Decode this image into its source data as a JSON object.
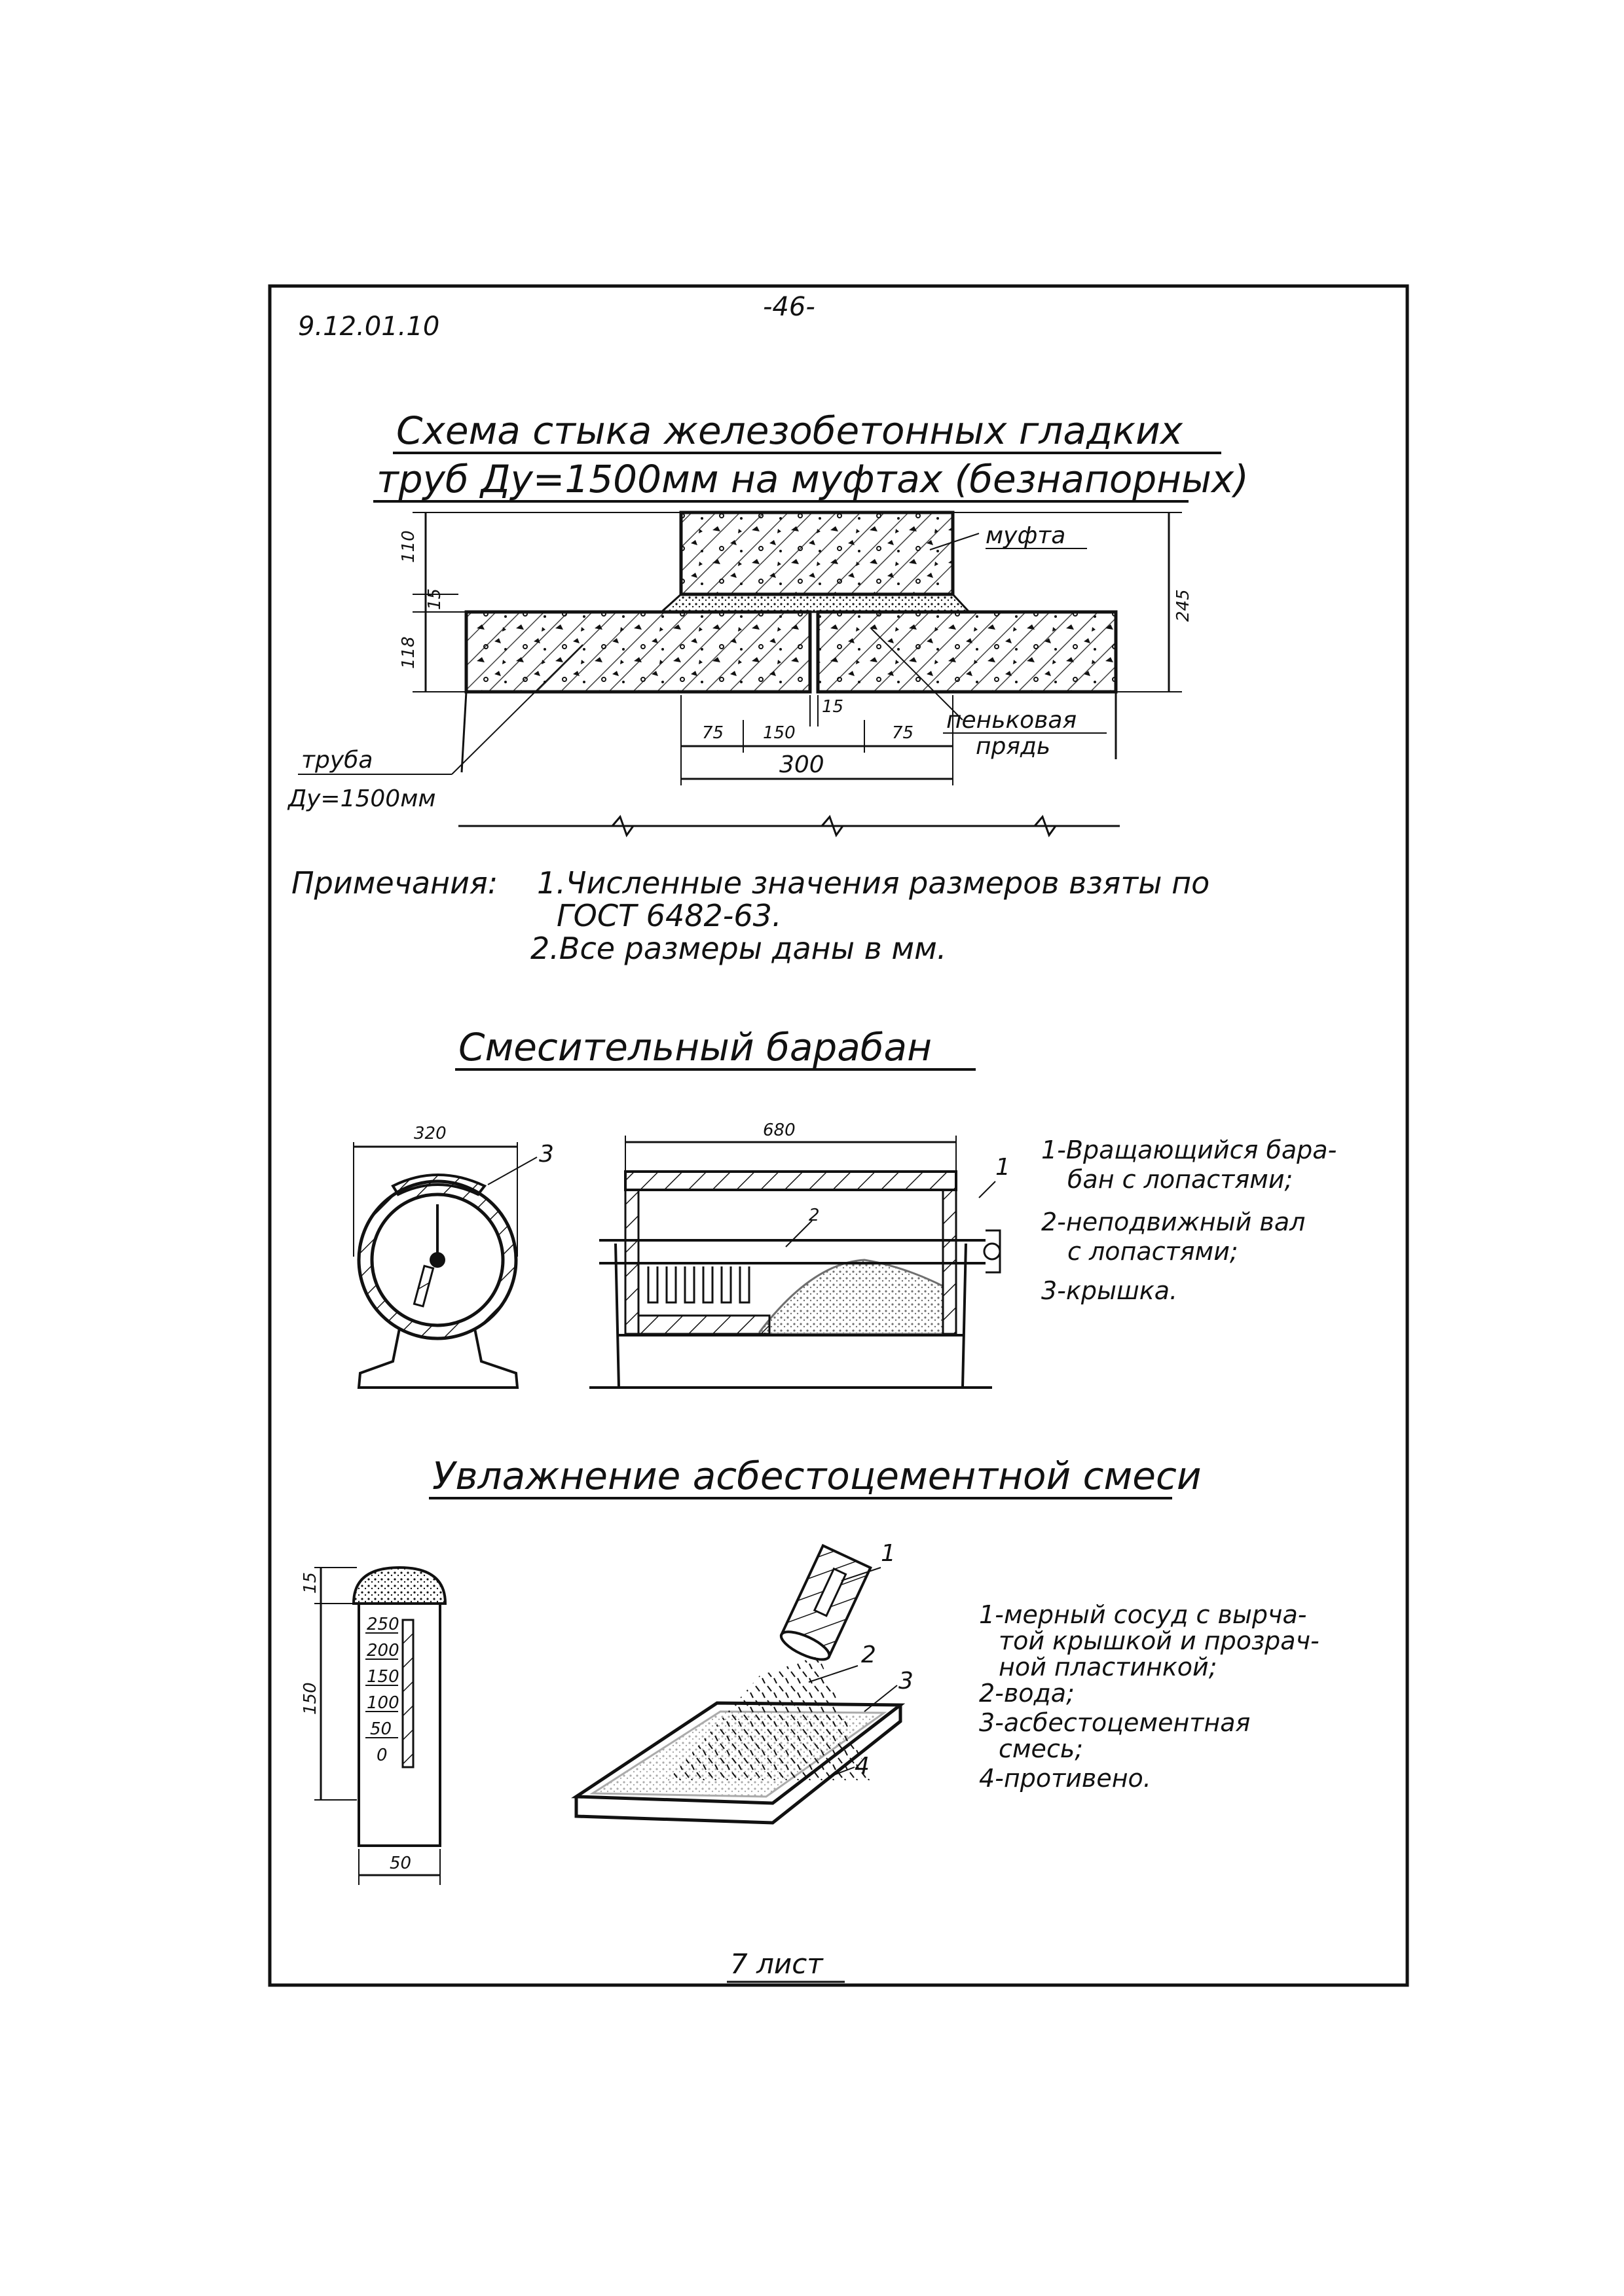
{
  "header": {
    "doc_code": "9.12.01.10",
    "page_number": "-46-"
  },
  "section1": {
    "title_line1": "Схема стыка железобетонных гладких",
    "title_line2": "труб Ду=1500мм на муфтах (безнапорных)",
    "callouts": {
      "coupling": "муфта",
      "hemp": "пеньковая",
      "hemp2": "прядь",
      "pipe": "труба",
      "pipe_dn": "Ду=1500мм"
    },
    "dims": {
      "d110": "110",
      "d15": "15",
      "d118": "118",
      "d245": "245",
      "d75a": "75",
      "d150": "150",
      "d15b": "15",
      "d75b": "75",
      "d300": "300"
    }
  },
  "notes": {
    "label": "Примечания:",
    "note1_line1": "1.Численные значения размеров взяты по",
    "note1_line2": "ГОСТ 6482-63.",
    "note2": "2.Все размеры даны в мм."
  },
  "section2": {
    "title": "Смесительный барабан",
    "dims": {
      "d320": "320",
      "d680": "680"
    },
    "callouts": {
      "c3": "3",
      "c1": "1",
      "c2": "2"
    },
    "legend": [
      "1-Вращающийся бара-",
      "бан с лопастями;",
      "2-неподвижный вал",
      "с лопастями;",
      "3-крышка."
    ]
  },
  "section3": {
    "title": "Увлажнение асбестоцементной смеси",
    "scale_marks": [
      "250",
      "200",
      "150",
      "100",
      "50",
      "0"
    ],
    "dims": {
      "d15": "15",
      "d150": "150",
      "d50": "50"
    },
    "callouts": {
      "c1": "1",
      "c2": "2",
      "c3": "3",
      "c4": "4"
    },
    "legend": [
      "1-мерный сосуд с вырча-",
      "той крышкой и прозрач-",
      "ной пластинкой;",
      "2-вода;",
      "3-асбестоцементная",
      "смесь;",
      "4-противено."
    ]
  },
  "footer": {
    "sheet": "7 лист"
  }
}
